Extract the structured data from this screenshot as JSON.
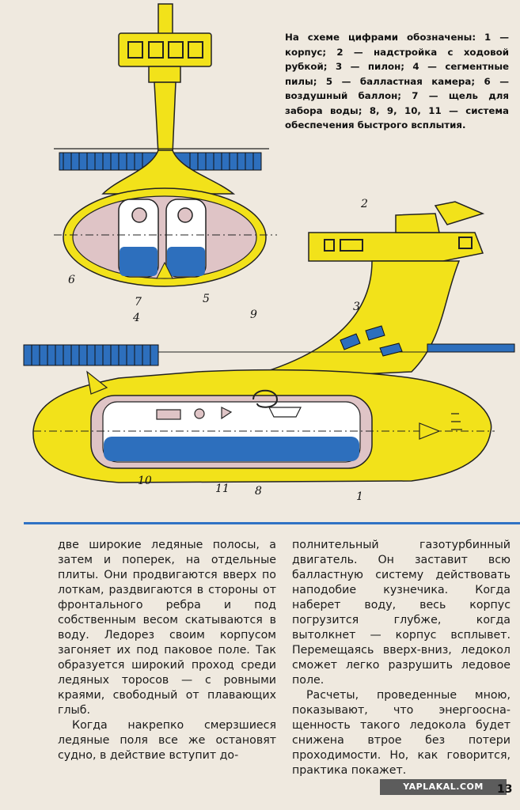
{
  "caption": "На схеме цифрами обозначены: 1 — корпус; 2 — надстройка с ходовой рубкой; 3 — пилон; 4 — сегментные пилы; 5 — балластная камера; 6 — воздушный баллон; 7 — щель для забора воды; 8, 9, 10, 11 — система обеспечения быстрого всплытия.",
  "figure_labels": {
    "l1": "1",
    "l2": "2",
    "l3": "3",
    "l4": "4",
    "l5": "5",
    "l6": "6",
    "l7": "7",
    "l8": "8",
    "l9": "9",
    "l10": "10",
    "l11": "11"
  },
  "colors": {
    "hull_yellow": "#f2e21a",
    "water_blue": "#2d6fbd",
    "chamber_pink": "#dfc4c6",
    "divider_blue": "#2f72c4"
  },
  "left_column": [
    "две широкие ледяные полосы, а затем и поперек, на отдельные плиты. Они продвигаются вверх по лоткам, раздвигаются в стороны от фронтального ребра и под собственным весом скатываются в воду. Ледорез своим корпусом загоняет их под паковое поле. Так образуется широкий проход среди ледяных торосов — с ровными краями, свободный от плавающих глыб.",
    "Когда накрепко смерзшиеся ледяные поля все же остановят судно, в действие вступит до-"
  ],
  "right_column": [
    "полнительный газотурбинный двигатель. Он заставит всю балластную систему действовать наподобие кузнечика. Когда наберет воду, весь корпус погрузится глубже, когда вытолкнет — корпус всплывет. Перемещаясь вверх-вниз, ледокол сможет легко разрушить ледовое поле.",
    "Расчеты, проведенные мною, показывают, что энергоосна-щенность такого ледокола будет снижена втрое без потери проходимости. Но, как говорится, практика покажет."
  ],
  "watermark": "YAPLAKAL.COM",
  "page_number": "13"
}
